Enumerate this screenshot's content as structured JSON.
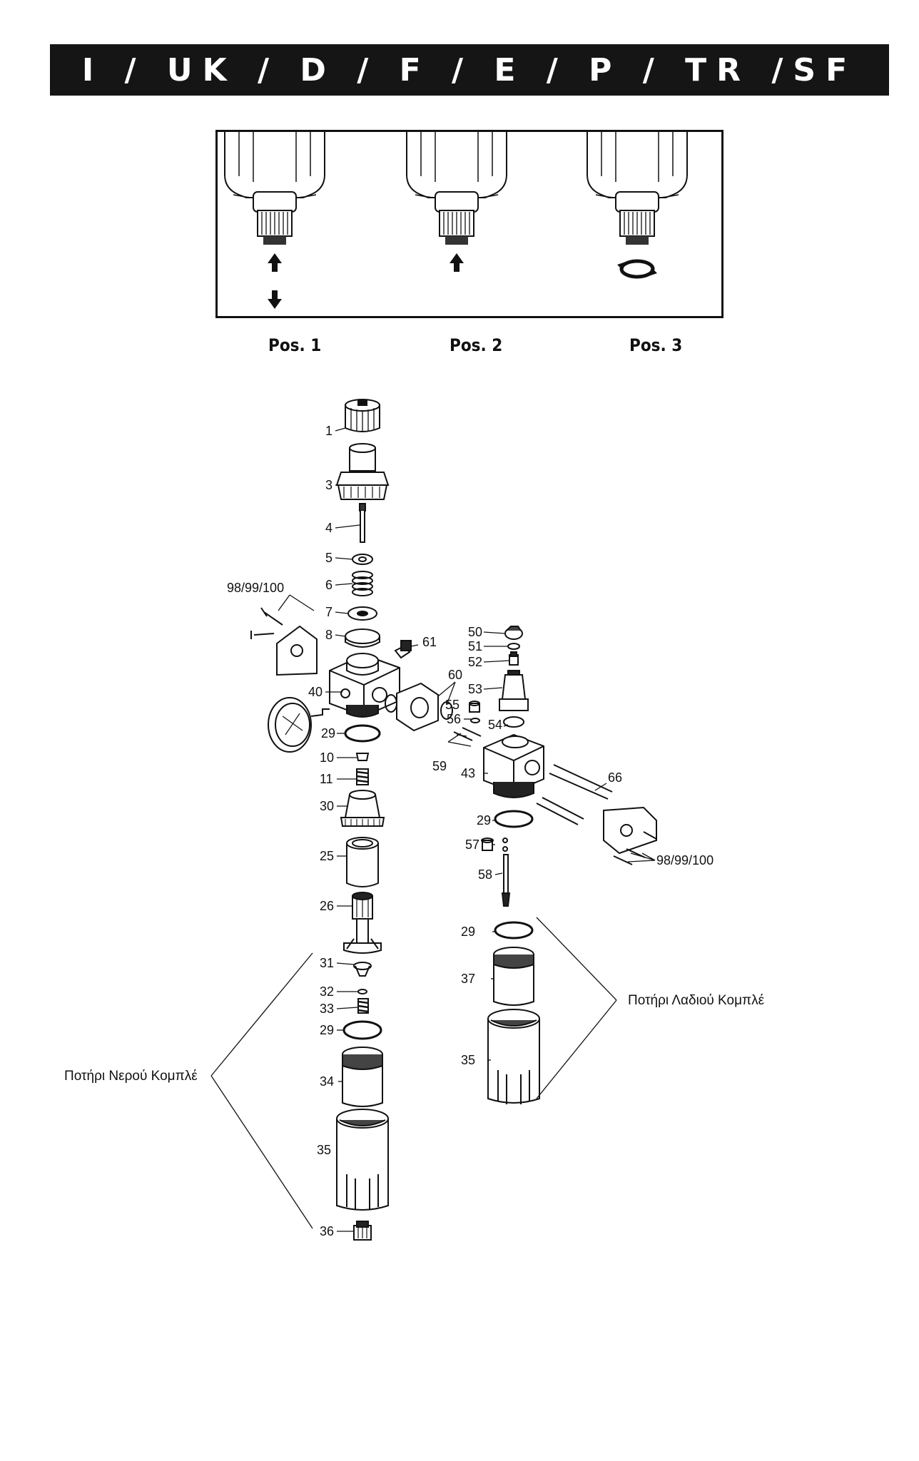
{
  "header": {
    "title": "I / UK / D / F / E / P / TR /SF"
  },
  "positions": [
    {
      "label": "Pos. 1",
      "arrows": "up-down"
    },
    {
      "label": "Pos. 2",
      "arrows": "up"
    },
    {
      "label": "Pos. 3",
      "arrows": "rotate"
    }
  ],
  "callouts": {
    "water_bowl": "Ποτήρι Νερού Κομπλέ",
    "oil_bowl": "Ποτήρι Λαδιού Κομπλέ"
  },
  "part_numbers": {
    "p1": "1",
    "p3": "3",
    "p4": "4",
    "p5": "5",
    "p6": "6",
    "p7": "7",
    "p8": "8",
    "p98l": "98/99/100",
    "p61": "61",
    "p60": "60",
    "p40": "40",
    "p29a": "29",
    "p10": "10",
    "p11": "11",
    "p30": "30",
    "p25": "25",
    "p26": "26",
    "p31": "31",
    "p32": "32",
    "p33": "33",
    "p29b": "29",
    "p34": "34",
    "p35a": "35",
    "p36": "36",
    "p50": "50",
    "p51": "51",
    "p52": "52",
    "p53": "53",
    "p54": "54",
    "p55": "55",
    "p56": "56",
    "p59": "59",
    "p43": "43",
    "p66": "66",
    "p29c": "29",
    "p57": "57",
    "p58": "58",
    "p98r": "98/99/100",
    "p29d": "29",
    "p37": "37",
    "p35b": "35"
  }
}
